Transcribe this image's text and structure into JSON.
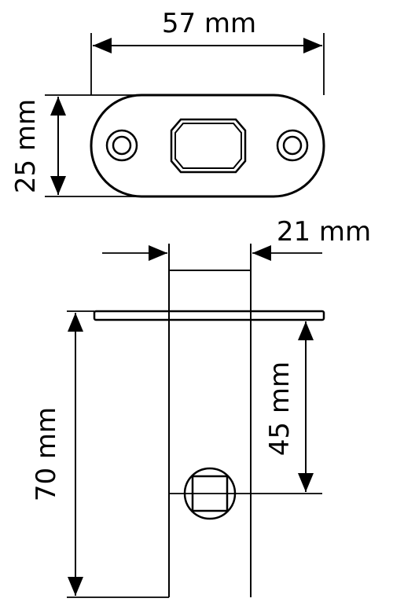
{
  "strike_plate": {
    "width_label": "57 mm",
    "height_label": "25 mm"
  },
  "latch": {
    "backset_label": "45 mm",
    "length_label": "70 mm",
    "width_label": "21 mm"
  },
  "colors": {
    "line": "#000000",
    "background": "#ffffff"
  }
}
